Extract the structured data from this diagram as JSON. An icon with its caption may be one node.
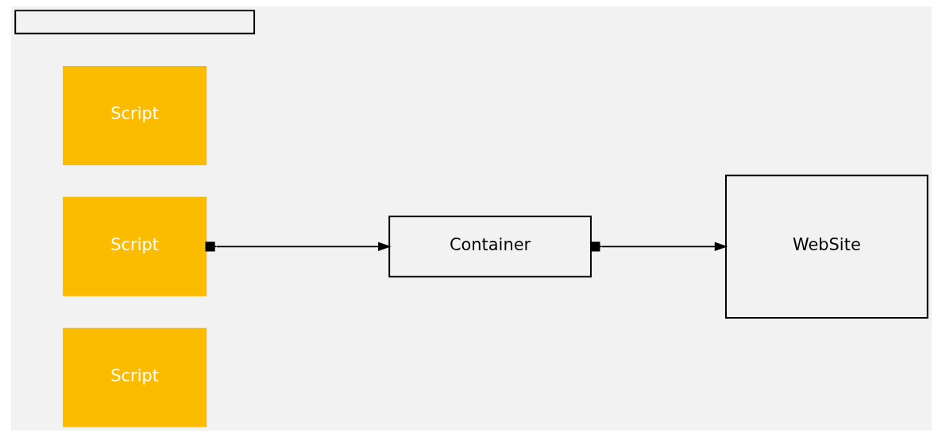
{
  "diagram": {
    "nodes": [
      {
        "text": [],
        "shape": "box"
      },
      {
        "text": [
          "Script"
        ]
      },
      {
        "text": [
          "Script"
        ]
      },
      {
        "text": [
          "Script"
        ]
      },
      {
        "text": [
          "Container"
        ]
      },
      {
        "text": [
          "WebSite"
        ]
      }
    ],
    "edges": [
      {
        "from": 2,
        "to": 4,
        "arrow": "to"
      },
      {
        "from": 4,
        "to": 5,
        "arrow": "to"
      }
    ]
  }
}
